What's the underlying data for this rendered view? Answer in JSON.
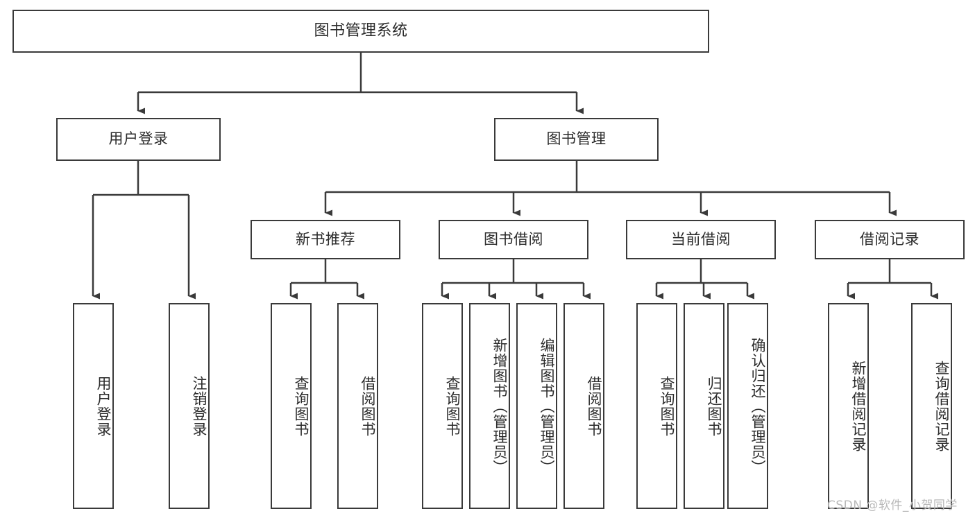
{
  "diagram": {
    "title": "图书管理系统",
    "type": "tree-hierarchy",
    "watermark": "CSDN @软件_小贺同学",
    "colors": {
      "stroke": "#3a3a3a",
      "text": "#2b2b2b",
      "background": "#ffffff",
      "watermark": "#b9b9b9"
    },
    "nodes": {
      "root": {
        "label": "图书管理系统"
      },
      "level2": [
        {
          "id": "user-login",
          "label": "用户登录"
        },
        {
          "id": "book-manage",
          "label": "图书管理"
        }
      ],
      "level3": [
        {
          "id": "new-book-recommend",
          "label": "新书推荐"
        },
        {
          "id": "book-borrow",
          "label": "图书借阅"
        },
        {
          "id": "current-borrow",
          "label": "当前借阅"
        },
        {
          "id": "borrow-record",
          "label": "借阅记录"
        }
      ],
      "leaves": {
        "user_login": [
          {
            "id": "leaf-user-login",
            "label": "用户登录"
          },
          {
            "id": "leaf-logout-login",
            "label": "注销登录"
          }
        ],
        "new_book_recommend": [
          {
            "id": "leaf-query-book-1",
            "label": "查询图书"
          },
          {
            "id": "leaf-borrow-book-1",
            "label": "借阅图书"
          }
        ],
        "book_borrow": [
          {
            "id": "leaf-query-book-2",
            "label": "查询图书"
          },
          {
            "id": "leaf-add-book",
            "label": "新增图书（管理员）"
          },
          {
            "id": "leaf-edit-book",
            "label": "编辑图书（管理员）"
          },
          {
            "id": "leaf-borrow-book-2",
            "label": "借阅图书"
          }
        ],
        "current_borrow": [
          {
            "id": "leaf-query-book-3",
            "label": "查询图书"
          },
          {
            "id": "leaf-return-book",
            "label": "归还图书"
          },
          {
            "id": "leaf-confirm-return",
            "label": "确认归还（管理员）"
          }
        ],
        "borrow_record": [
          {
            "id": "leaf-add-record",
            "label": "新增借阅记录"
          },
          {
            "id": "leaf-query-record",
            "label": "查询借阅记录"
          }
        ]
      }
    }
  }
}
